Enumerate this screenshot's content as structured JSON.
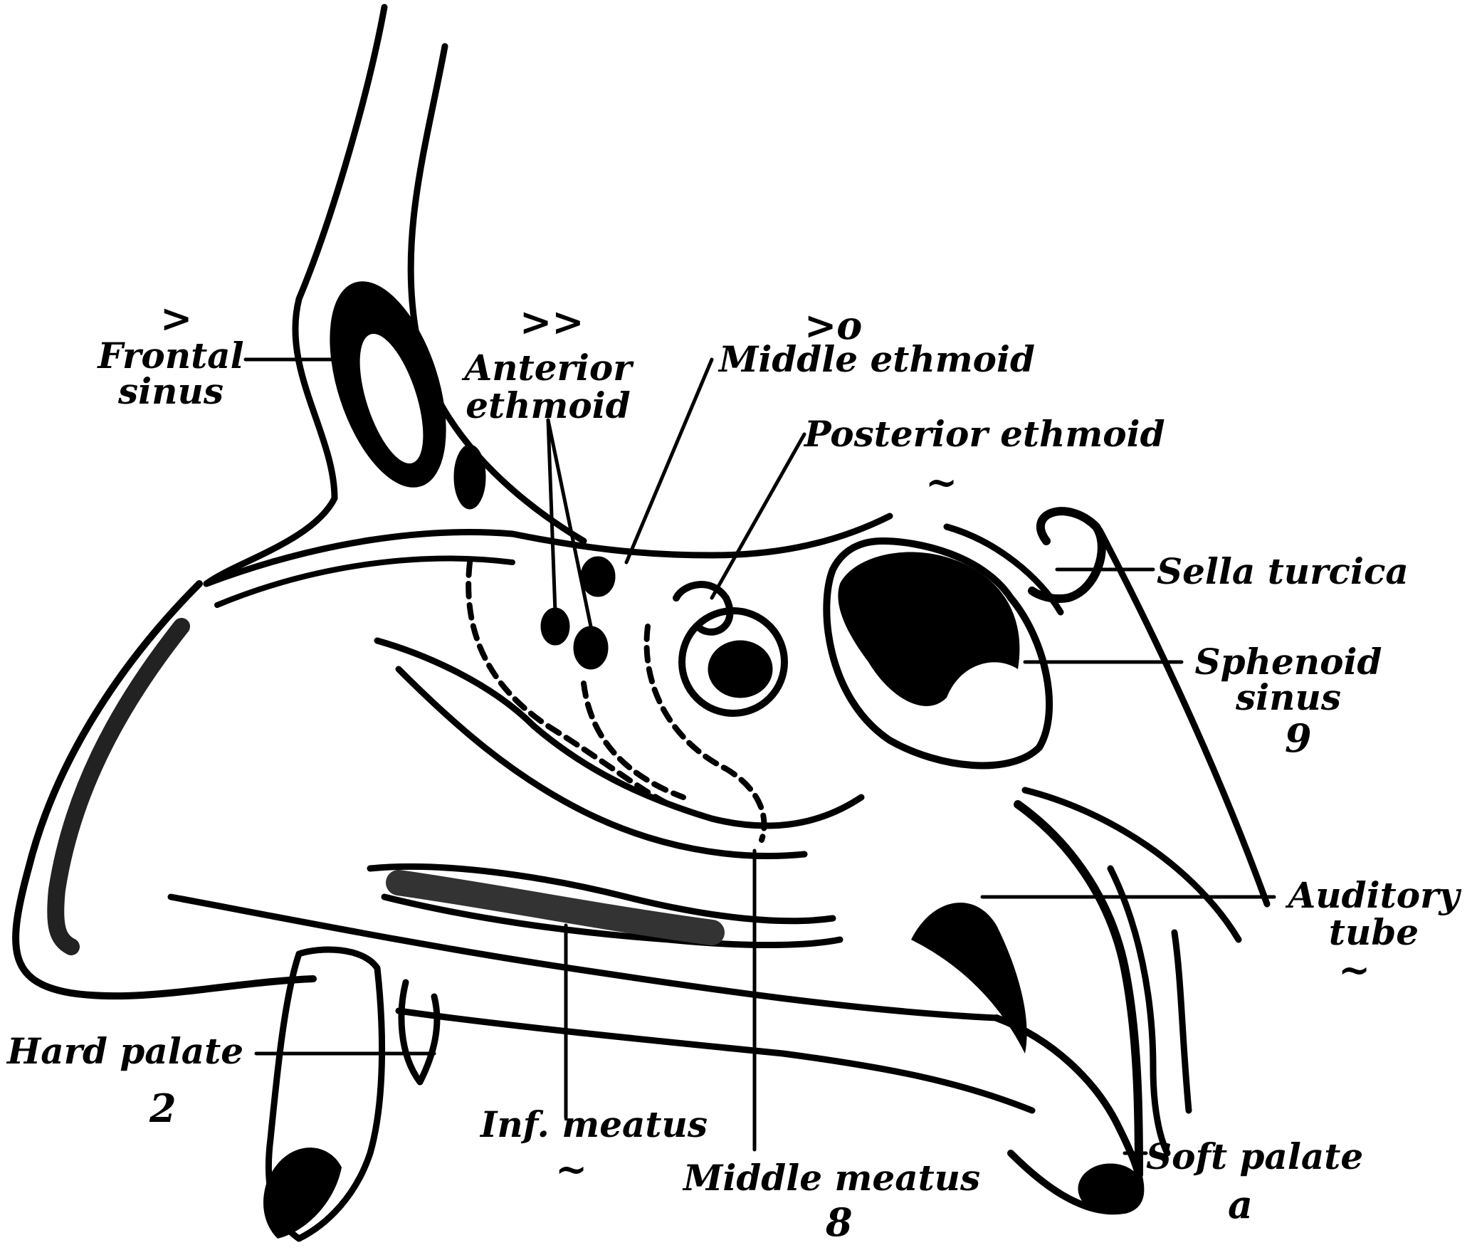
{
  "labels": {
    "frontal_sinus_line1": "Frontal",
    "frontal_sinus_line2": "sinus",
    "anterior_ethmoid_line1": "Anterior",
    "anterior_ethmoid_line2": "ethmoid",
    "middle_ethmoid": "Middle ethmoid",
    "posterior_ethmoid": "Posterior ethmoid",
    "sella_turcica": "Sella turcica",
    "sphenoid_sinus_line1": "Sphenoid",
    "sphenoid_sinus_line2": "sinus",
    "auditory_tube_line1": "Auditory",
    "auditory_tube_line2": "tube",
    "hard_palate": "Hard palate",
    "inf_meatus": "Inf. meatus",
    "middle_meatus": "Middle meatus",
    "soft_palate": "Soft palate"
  },
  "handwritten_marks": {
    "frontal": ">",
    "anterior_ethmoid": ">>",
    "middle_ethmoid": ">o",
    "posterior_ethmoid": "~",
    "sphenoid": "9",
    "auditory_tube": "~",
    "hard_palate": "2",
    "inf_meatus": "~",
    "middle_meatus": "8",
    "soft_palate": "a"
  }
}
